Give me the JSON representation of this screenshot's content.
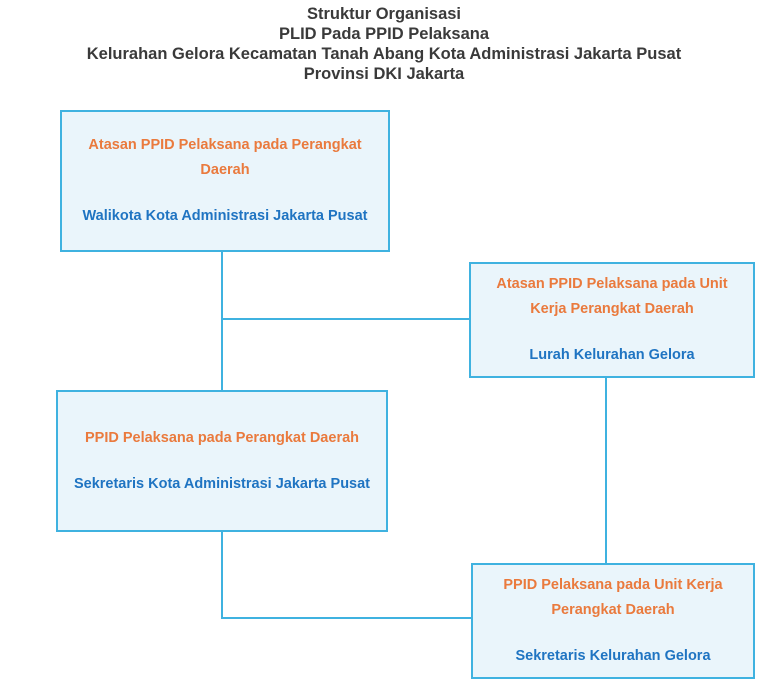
{
  "header": {
    "line1": "Struktur Organisasi",
    "line2": "PLID Pada PPID Pelaksana",
    "line3": "Kelurahan Gelora Kecamatan Tanah Abang Kota Administrasi Jakarta Pusat",
    "line4": "Provinsi DKI Jakarta"
  },
  "boxes": {
    "atasan_perangkat_daerah": {
      "role": "Atasan PPID Pelaksana pada Perangkat Daerah",
      "holder": "Walikota Kota Administrasi Jakarta Pusat"
    },
    "atasan_unit_kerja": {
      "role": "Atasan PPID Pelaksana pada Unit Kerja Perangkat Daerah",
      "holder": "Lurah Kelurahan Gelora"
    },
    "ppid_perangkat_daerah": {
      "role": "PPID Pelaksana pada Perangkat Daerah",
      "holder": "Sekretaris Kota Administrasi Jakarta Pusat"
    },
    "ppid_unit_kerja": {
      "role": "PPID Pelaksana pada Unit Kerja Perangkat Daerah",
      "holder": "Sekretaris Kelurahan Gelora"
    }
  },
  "colors": {
    "box_fill": "#eaf5fb",
    "box_border": "#3fb2e0",
    "role_text": "#ea7a3d",
    "holder_text": "#1f74c2",
    "title_text": "#3a3a3a",
    "connector": "#3fb2e0"
  }
}
